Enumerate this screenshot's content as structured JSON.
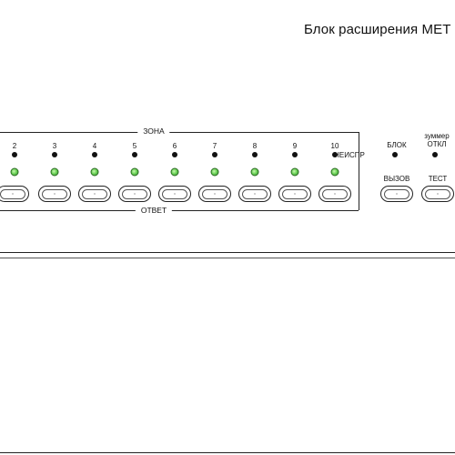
{
  "panel": {
    "title": "Блок расширения МЕТ",
    "zone_label": "ЗОНА",
    "answer_label": "ОТВЕТ",
    "zones": [
      {
        "number": "2"
      },
      {
        "number": "3"
      },
      {
        "number": "4"
      },
      {
        "number": "5"
      },
      {
        "number": "6"
      },
      {
        "number": "7"
      },
      {
        "number": "8"
      },
      {
        "number": "9"
      },
      {
        "number": "10"
      }
    ],
    "fault_label": "НЕИСПР",
    "block_label": "БЛОК",
    "buzzer_label_1": "зуммер",
    "buzzer_label_2": "ОТКЛ",
    "call_label": "ВЫЗОВ",
    "test_label": "ТЕСТ"
  }
}
